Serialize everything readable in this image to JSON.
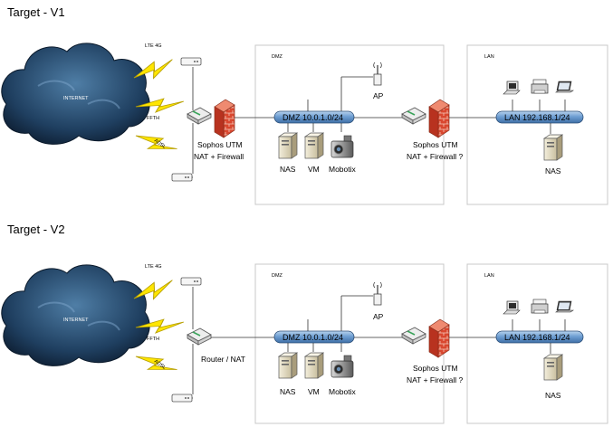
{
  "diagrams": [
    {
      "title": "Target - V1",
      "cloud_label": "INTERNET",
      "links": [
        "LTE 4G",
        "FFTH",
        "ADSL"
      ],
      "edge_label_1": "Sophos UTM",
      "edge_label_2": "NAT + Firewall",
      "dmz": {
        "zone_label": "DMZ",
        "bus_label": "DMZ 10.0.1.0/24",
        "ap_label": "AP",
        "servers": [
          "NAS",
          "VM",
          "Mobotix"
        ]
      },
      "lan_fw_label_1": "Sophos UTM",
      "lan_fw_label_2": "NAT + Firewall ?",
      "lan": {
        "zone_label": "LAN",
        "bus_label": "LAN 192.168.1/24",
        "nas_label": "NAS"
      }
    },
    {
      "title": "Target - V2",
      "cloud_label": "INTERNET",
      "links": [
        "LTE 4G",
        "FFTH",
        "ADSL"
      ],
      "edge_label_1": "Router / NAT",
      "edge_label_2": "",
      "dmz": {
        "zone_label": "DMZ",
        "bus_label": "DMZ 10.0.1.0/24",
        "ap_label": "AP",
        "servers": [
          "NAS",
          "VM",
          "Mobotix"
        ]
      },
      "lan_fw_label_1": "Sophos UTM",
      "lan_fw_label_2": "NAT + Firewall ?",
      "lan": {
        "zone_label": "LAN",
        "bus_label": "LAN 192.168.1/24",
        "nas_label": "NAS"
      }
    }
  ]
}
